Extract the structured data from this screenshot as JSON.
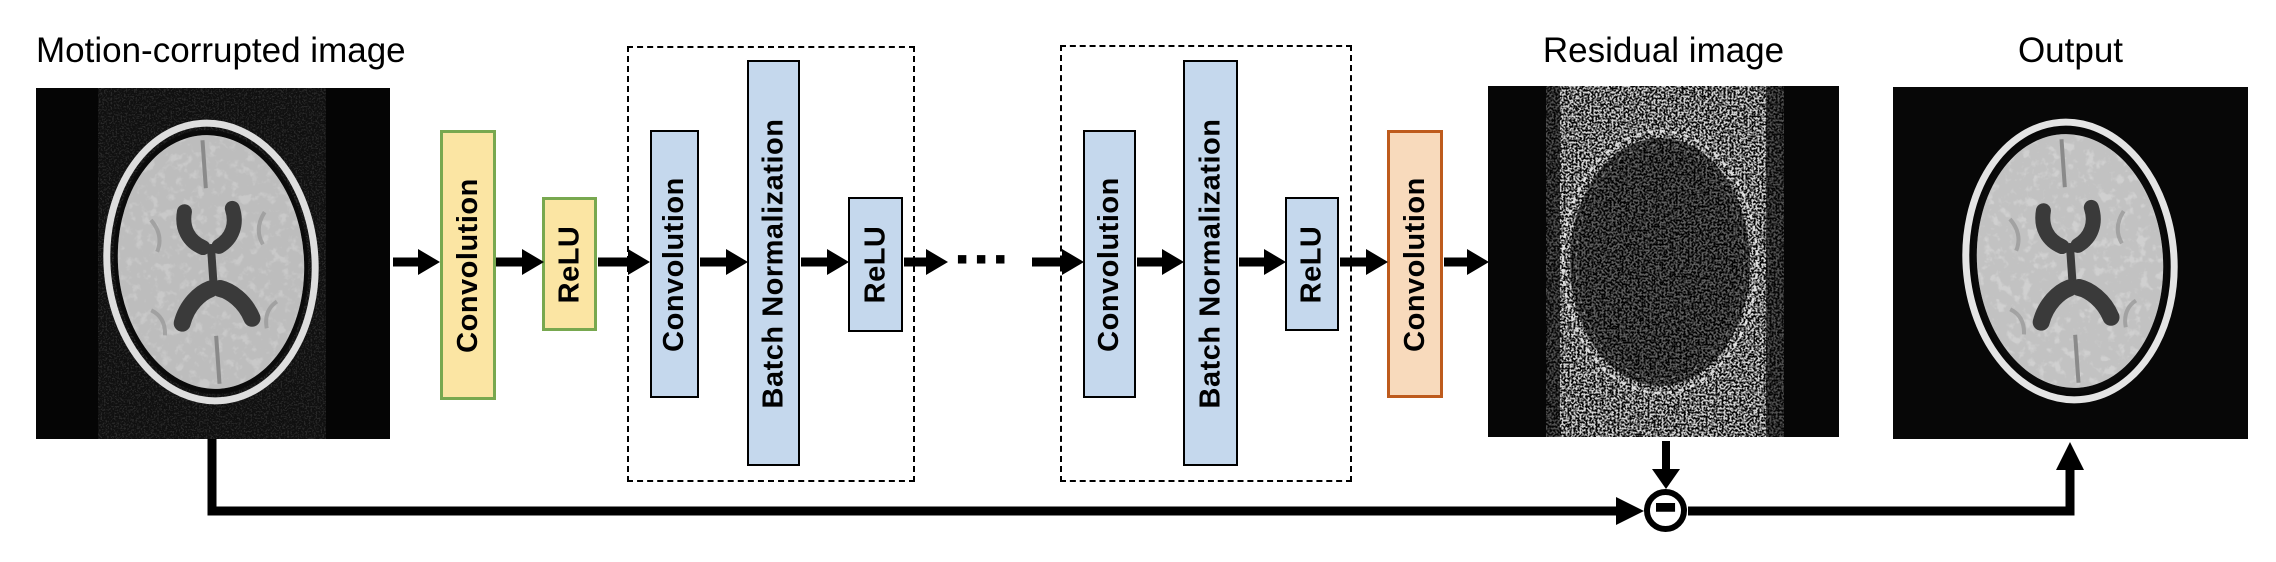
{
  "figure": {
    "input_label": "Motion-corrupted image",
    "residual_label": "Residual image",
    "output_label": "Output",
    "ellipsis": "▪▪▪",
    "minus_operator": "−"
  },
  "blocks": [
    {
      "label": "Convolution",
      "style": "yellow"
    },
    {
      "label": "ReLU",
      "style": "yellow"
    },
    {
      "label": "Convolution",
      "style": "blue"
    },
    {
      "label": "Batch Normalization",
      "style": "blue"
    },
    {
      "label": "ReLU",
      "style": "blue"
    },
    {
      "label": "Convolution",
      "style": "blue"
    },
    {
      "label": "Batch Normalization",
      "style": "blue"
    },
    {
      "label": "ReLU",
      "style": "blue"
    },
    {
      "label": "Convolution",
      "style": "orange"
    }
  ],
  "colors": {
    "background": "#FFFFFF",
    "yellow_fill": "#FBE5A3",
    "yellow_border": "#78A84F",
    "blue_fill": "#C5D8ED",
    "blue_border": "#000000",
    "orange_fill": "#F8DABC",
    "orange_border": "#BE5B1D",
    "dashed_border": "#000000",
    "arrow": "#000000"
  }
}
